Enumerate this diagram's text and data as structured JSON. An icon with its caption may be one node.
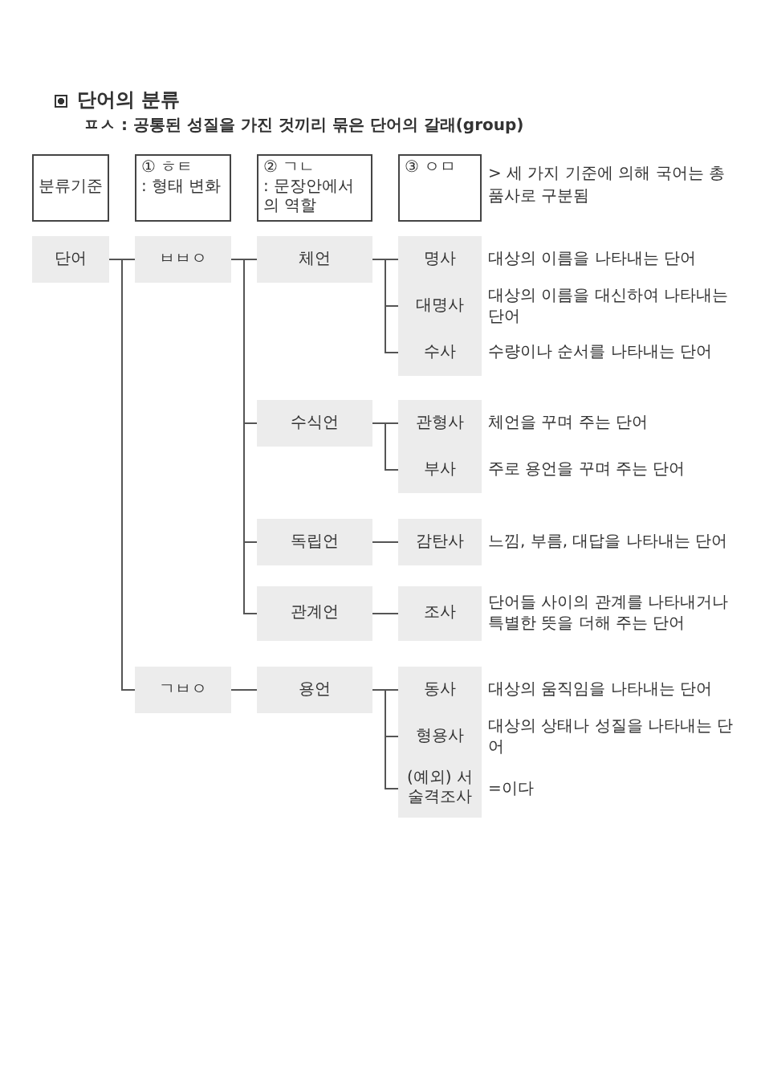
{
  "diagram": {
    "title": "단어의 분류",
    "caption": "ㅍㅅ : 공통된 성질을 가진 것끼리 묶은 단어의 갈래(group)",
    "nodes": [
      {
        "text": [
          "분류기준"
        ]
      },
      {
        "text": [
          "① ㅎㅌ",
          ": 형태 변화"
        ]
      },
      {
        "text": [
          "② ㄱㄴ",
          ": 문장안에서의 역할"
        ]
      },
      {
        "text": [
          "③ ㅇㅁ"
        ]
      },
      {
        "text": [
          "단어"
        ]
      },
      {
        "text": [
          "ㅂㅂㅇ"
        ]
      },
      {
        "text": [
          "체언"
        ]
      },
      {
        "text": [
          "명사"
        ],
        "beside": [
          "대상의 이름을 나타내는 단어"
        ]
      },
      {
        "text": [
          "대명사"
        ],
        "beside": [
          "대상의 이름을 대신하여 나타내는 단어"
        ]
      },
      {
        "text": [
          "수사"
        ],
        "beside": [
          "수량이나 순서를 나타내는 단어"
        ]
      },
      {
        "text": [
          "수식언"
        ]
      },
      {
        "text": [
          "관형사"
        ],
        "beside": [
          "체언을 꾸며 주는 단어"
        ]
      },
      {
        "text": [
          "부사"
        ],
        "beside": [
          "주로 용언을 꾸며 주는 단어"
        ]
      },
      {
        "text": [
          "독립언"
        ]
      },
      {
        "text": [
          "감탄사"
        ],
        "beside": [
          "느낌, 부름, 대답을 나타내는 단어"
        ]
      },
      {
        "text": [
          "관계언"
        ]
      },
      {
        "text": [
          "조사"
        ],
        "beside": [
          "단어들 사이의 관계를 나타내거나 특별한 뜻을 더해 주는 단어"
        ]
      },
      {
        "text": [
          "ㄱㅂㅇ"
        ]
      },
      {
        "text": [
          "용언"
        ]
      },
      {
        "text": [
          "동사"
        ],
        "beside": [
          "대상의 움직임을 나타내는 단어"
        ]
      },
      {
        "text": [
          "형용사"
        ],
        "beside": [
          "대상의 상태나 성질을 나타내는 단어"
        ]
      },
      {
        "text": [
          "(예외) 서술격조사"
        ],
        "beside": [
          "=이다"
        ]
      }
    ],
    "edges": [
      {
        "from": 4,
        "to": 5,
        "arrow": "none"
      },
      {
        "from": 4,
        "to": 17,
        "arrow": "none"
      },
      {
        "from": 5,
        "to": 6,
        "arrow": "none"
      },
      {
        "from": 5,
        "to": 10,
        "arrow": "none"
      },
      {
        "from": 5,
        "to": 13,
        "arrow": "none"
      },
      {
        "from": 5,
        "to": 15,
        "arrow": "none"
      },
      {
        "from": 6,
        "to": 7,
        "arrow": "none"
      },
      {
        "from": 6,
        "to": 8,
        "arrow": "none"
      },
      {
        "from": 6,
        "to": 9,
        "arrow": "none"
      },
      {
        "from": 10,
        "to": 11,
        "arrow": "none"
      },
      {
        "from": 10,
        "to": 12,
        "arrow": "none"
      },
      {
        "from": 13,
        "to": 14,
        "arrow": "none"
      },
      {
        "from": 15,
        "to": 16,
        "arrow": "none"
      },
      {
        "from": 17,
        "to": 18,
        "arrow": "none"
      },
      {
        "from": 18,
        "to": 19,
        "arrow": "none"
      },
      {
        "from": 18,
        "to": 20,
        "arrow": "none"
      },
      {
        "from": 18,
        "to": 21,
        "arrow": "none"
      }
    ],
    "labels": [
      "> 세 가지 기준에 의해 국어는 총 품사로 구분됨"
    ]
  }
}
